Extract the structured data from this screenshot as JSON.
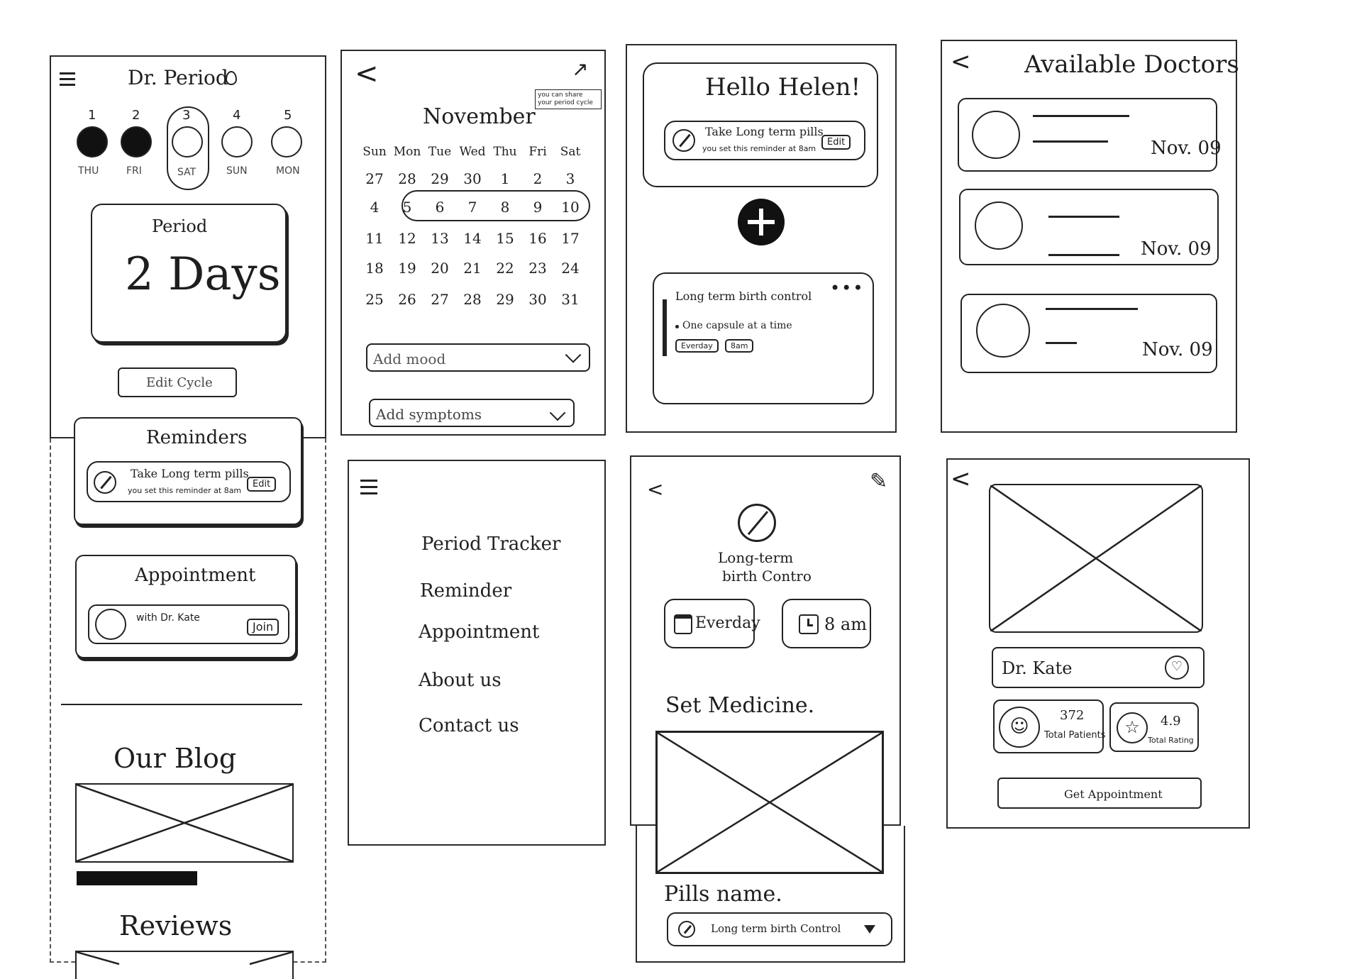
{
  "screen_home": {
    "title": "Dr. Period",
    "days": [
      {
        "num": "1",
        "label": "THU"
      },
      {
        "num": "2",
        "label": "FRI"
      },
      {
        "num": "3",
        "label": "SAT"
      },
      {
        "num": "4",
        "label": "SUN"
      },
      {
        "num": "5",
        "label": "MON"
      }
    ],
    "period_label": "Period",
    "period_days": "2 Days",
    "edit_cycle": "Edit Cycle",
    "reminders_title": "Reminders",
    "reminder_title": "Take Long term pills",
    "reminder_sub": "you set this reminder at 8am",
    "reminder_edit": "Edit",
    "appointment_title": "Appointment",
    "appointment_with": "with Dr. Kate",
    "appointment_join": "Join",
    "blog_title": "Our Blog",
    "reviews_title": "Reviews"
  },
  "screen_calendar": {
    "share_note": "you can share your period cycle",
    "month": "November",
    "weekdays": [
      "Sun",
      "Mon",
      "Tue",
      "Wed",
      "Thu",
      "Fri",
      "Sat"
    ],
    "weeks": [
      [
        "27",
        "28",
        "29",
        "30",
        "1",
        "2",
        "3"
      ],
      [
        "4",
        "5",
        "6",
        "7",
        "8",
        "9",
        "10"
      ],
      [
        "11",
        "12",
        "13",
        "14",
        "15",
        "16",
        "17"
      ],
      [
        "18",
        "19",
        "20",
        "21",
        "22",
        "23",
        "24"
      ],
      [
        "25",
        "26",
        "27",
        "28",
        "29",
        "30",
        "31"
      ]
    ],
    "add_mood": "Add mood",
    "add_symptoms": "Add symptoms"
  },
  "screen_hello": {
    "greeting": "Hello Helen!",
    "reminder_title": "Take Long term pills",
    "reminder_sub": "you set this reminder at 8am",
    "reminder_edit": "Edit",
    "med_title": "Long term birth control",
    "med_detail": "One capsule at a time",
    "med_tag_freq": "Everday",
    "med_tag_time": "8am"
  },
  "screen_doctors": {
    "title": "Available Doctors",
    "dates": [
      "Nov. 09",
      "Nov. 09",
      "Nov. 09"
    ]
  },
  "screen_menu": {
    "items": [
      "Period Tracker",
      "Reminder",
      "Appointment",
      "About us",
      "Contact us"
    ]
  },
  "screen_medicine": {
    "name_line1": "Long-term",
    "name_line2": "birth Contro",
    "freq": "Everday",
    "time": "8 am",
    "set_medicine": "Set Medicine.",
    "pills_name_label": "Pills name.",
    "pills_name_value": "Long term birth Control"
  },
  "screen_doctor_profile": {
    "doctor_name": "Dr. Kate",
    "patients_value": "372",
    "patients_label": "Total Patients",
    "rating_value": "4.9",
    "rating_label": "Total Rating",
    "cta": "Get Appointment"
  }
}
